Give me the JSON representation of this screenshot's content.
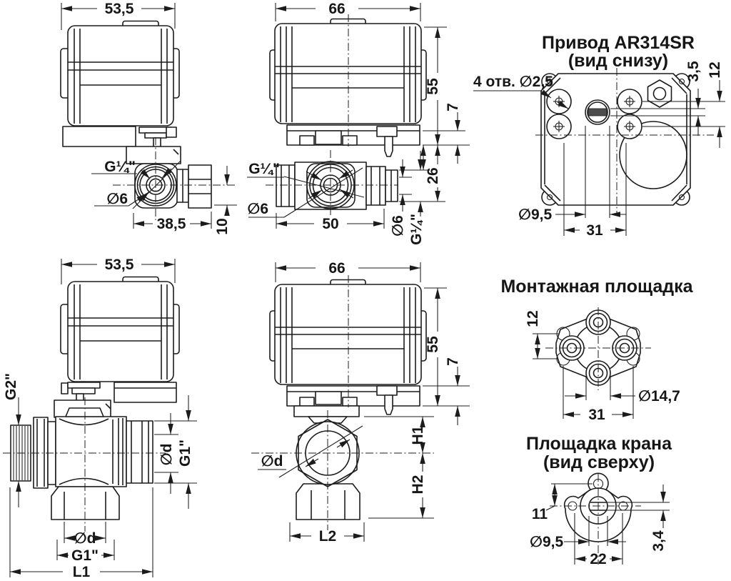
{
  "drawing": {
    "colors": {
      "line": "#1c1c1c",
      "slot_fill": "#4d4d4d",
      "background": "#ffffff"
    },
    "views": {
      "actuator_valve_side": {
        "dim_width": "53,5",
        "thread": "G¼\"",
        "bore": "∅6",
        "dim_length": "38,5",
        "dim_offset": "10"
      },
      "actuator_valve_front": {
        "dim_width": "66",
        "dim_height": "55",
        "dim_bracket": "7",
        "dim_port": "26",
        "thread": "G¼\"",
        "bore": "∅6",
        "dim_length": "50",
        "bore_end": "∅6",
        "thread_end": "G¼\""
      },
      "drive_bottom_view": {
        "title": "Привод AR314SR",
        "subtitle": "(вид снизу)",
        "holes_note": "4 отв. ∅2,5",
        "dim_slot": "3,5",
        "dim_rows": "12",
        "dim_shaft": "∅9,5",
        "dim_span": "31"
      },
      "mounting_pad": {
        "title": "Монтажная площадка",
        "dim_holes": "12",
        "dim_boss": "∅14,7",
        "dim_span": "31"
      },
      "valve_assembly_side": {
        "dim_width": "53,5",
        "thread_left": "G2\"",
        "bore_right": "∅d",
        "thread_right": "G1\"",
        "bore_bottom": "∅d",
        "thread_bottom": "G1\"",
        "dim_length": "L1"
      },
      "valve_assembly_front": {
        "dim_width": "66",
        "dim_height": "55",
        "dim_bracket": "7",
        "dim_h1": "H1",
        "dim_h2": "H2",
        "bore": "∅d",
        "dim_length": "L2"
      },
      "valve_pad_top": {
        "title": "Площадка крана",
        "subtitle": "(вид сверху)",
        "dim_hole": "11",
        "dim_shaft": "∅9,5",
        "dim_span": "22",
        "dim_slot": "3,4"
      }
    }
  }
}
